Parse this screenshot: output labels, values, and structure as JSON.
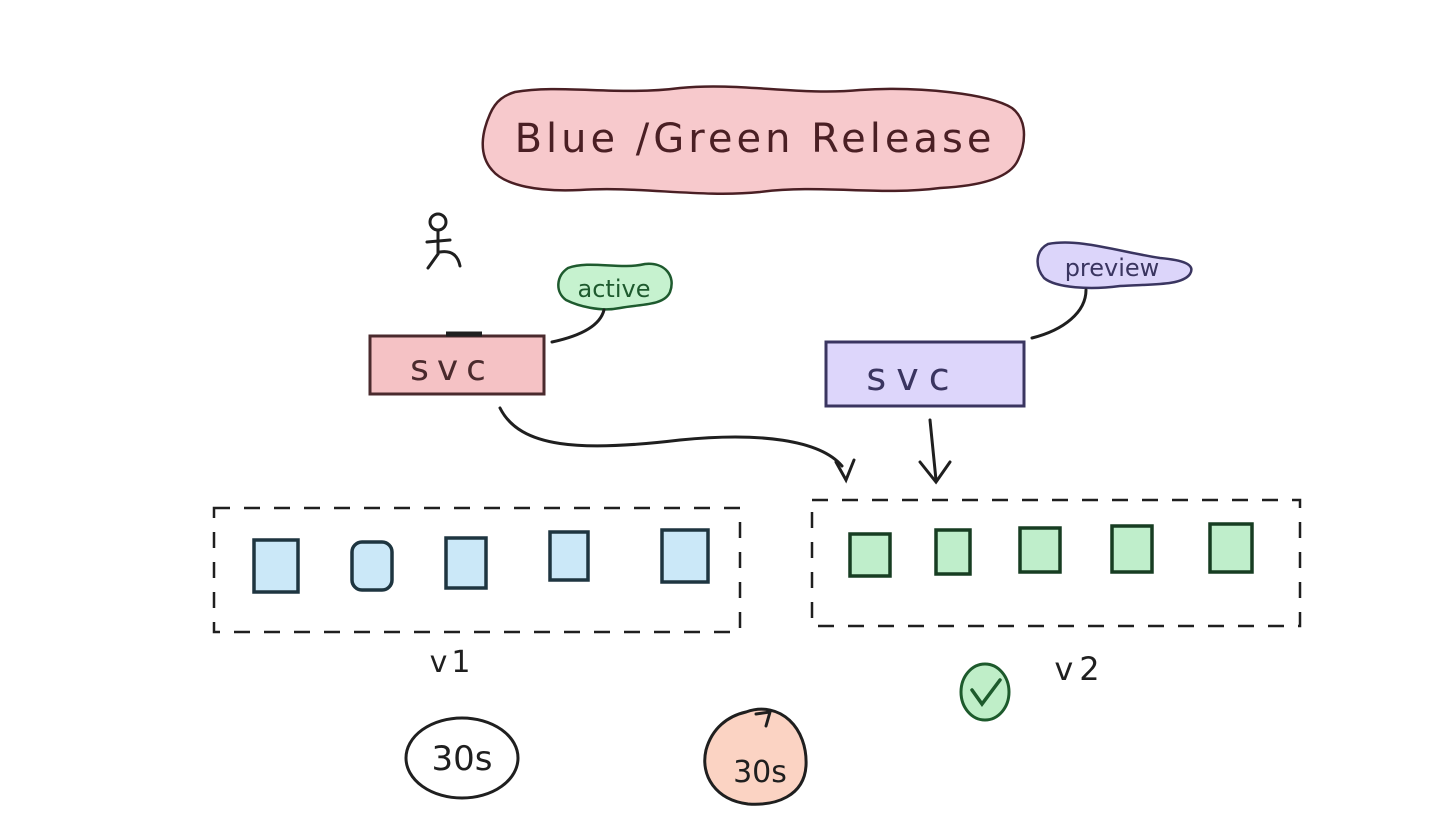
{
  "title": "Blue /Green Release",
  "colors": {
    "ink": "#1f1f1f",
    "title_fill": "#f7c9cc",
    "title_ink": "#4a1f24",
    "blue_svc_fill": "#f5c2c5",
    "blue_svc_stroke": "#4a2a2d",
    "green_svc_fill": "#ddd6fb",
    "green_svc_stroke": "#3a3560",
    "active_fill": "#c6f2cf",
    "active_ink": "#1e5a2e",
    "preview_fill": "#dcd5fa",
    "preview_ink": "#3a3560",
    "pod_blue_fill": "#cbe8f8",
    "pod_blue_stroke": "#1e3540",
    "pod_green_fill": "#bfeecb",
    "pod_green_stroke": "#173d22",
    "check_fill": "#bfeec8",
    "check_stroke": "#1d5a2c",
    "timer_orange_fill": "#fbd3c3"
  },
  "blue_side": {
    "service_label": "svc",
    "status_tag": "active",
    "version_label": "v1",
    "pod_count": 5
  },
  "green_side": {
    "service_label": "svc",
    "status_tag": "preview",
    "version_label": "v2",
    "pod_count": 5,
    "verified": true
  },
  "timers": [
    {
      "label": "30s",
      "style": "plain"
    },
    {
      "label": "30s",
      "style": "refresh"
    }
  ],
  "icons": {
    "user": "stick-figure-icon",
    "check": "check-circle-icon",
    "refresh": "refresh-arrow-icon"
  }
}
